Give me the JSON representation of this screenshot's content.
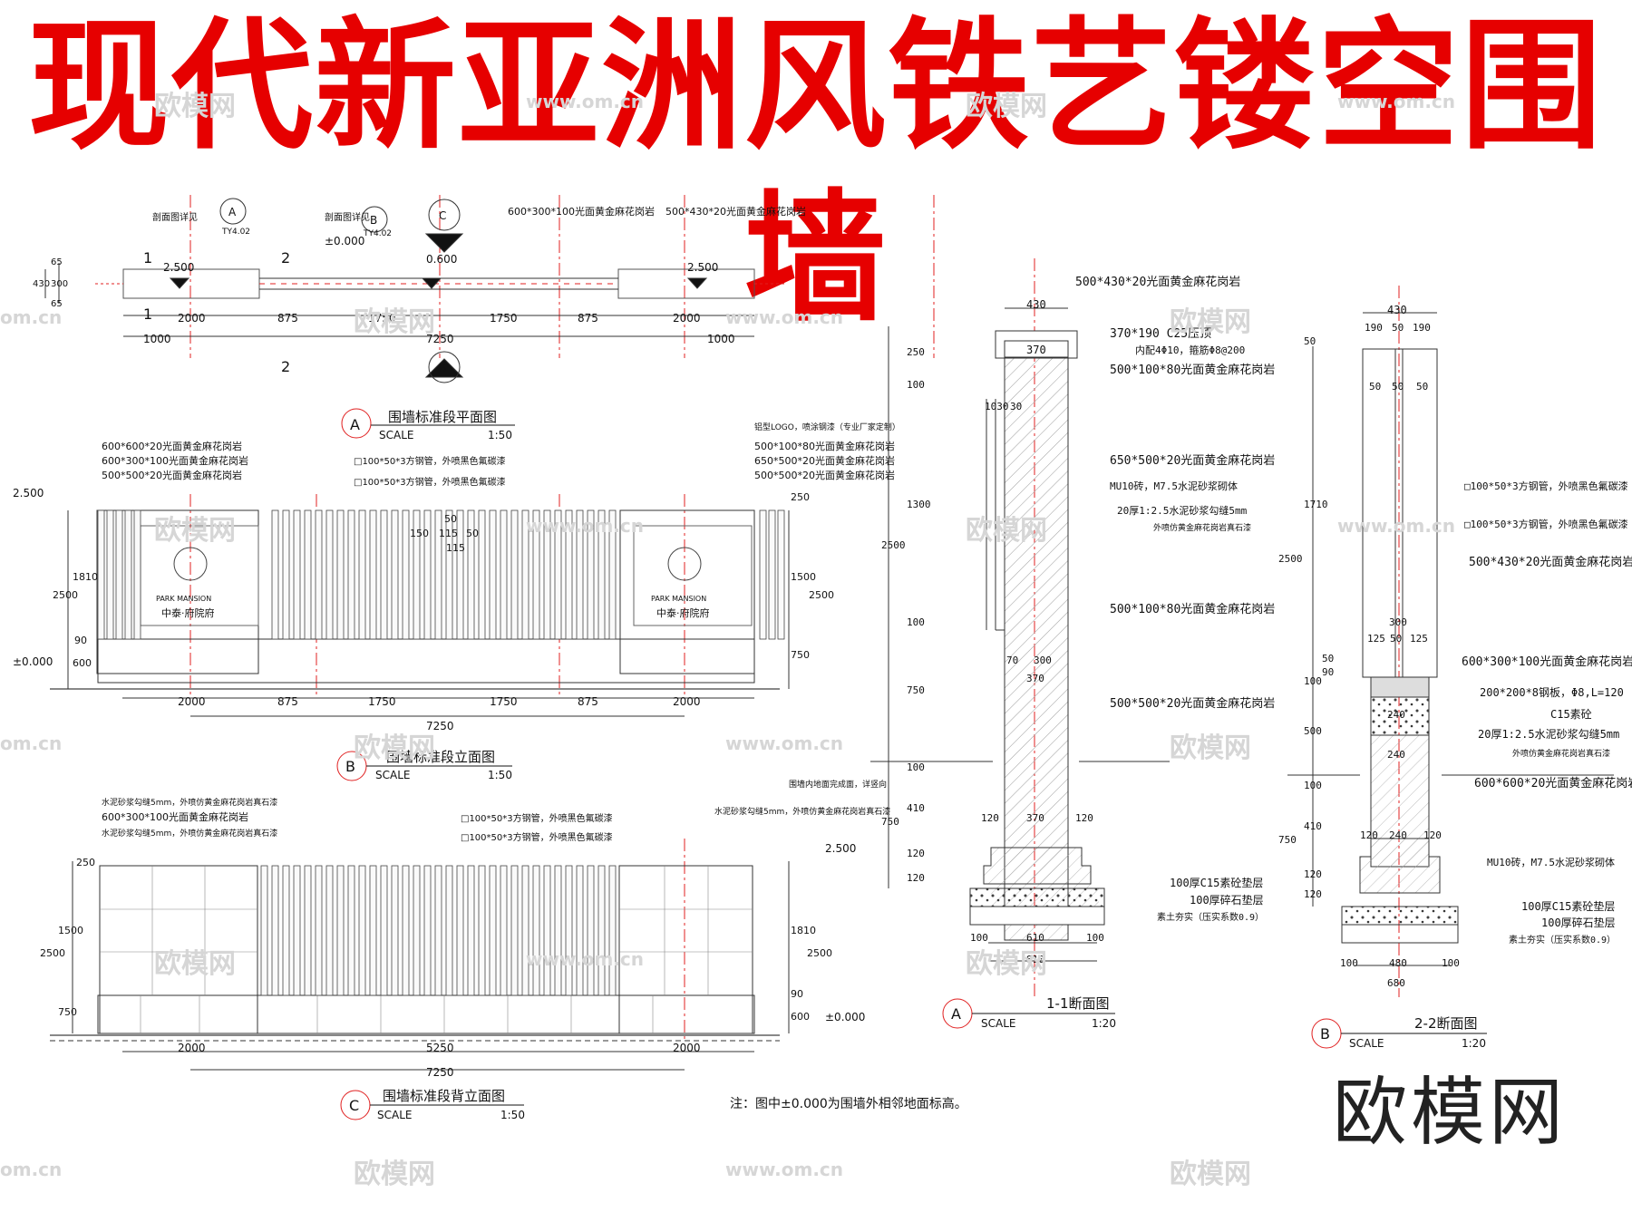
{
  "title": "现代新亚洲风铁艺镂空围墙",
  "brand": "欧模网",
  "watermark": {
    "cn": "欧模网",
    "url": "www.om.cn",
    "url_short": "om.cn"
  },
  "plan": {
    "title": "围墙标准段平面图",
    "marker": "A",
    "scale_label": "SCALE",
    "scale": "1:50",
    "callouts": [
      "剖面图详见",
      "TY4.02",
      "600*300*100光面黄金麻花岗岩",
      "500*430*20光面黄金麻花岗岩"
    ],
    "section_marks": [
      "A",
      "B",
      "C",
      "B",
      "1",
      "1",
      "2",
      "2"
    ],
    "levels": [
      "2.500",
      "±0.000",
      "0.600",
      "2.500"
    ],
    "dims_top": [
      "2000",
      "875",
      "1750",
      "1750",
      "875",
      "2000"
    ],
    "dims_total": [
      "1000",
      "7250",
      "1000"
    ],
    "dims_side": [
      "65",
      "300",
      "65",
      "430"
    ]
  },
  "front": {
    "title": "围墙标准段立面图",
    "marker": "B",
    "scale_label": "SCALE",
    "scale": "1:50",
    "callouts_left": [
      "600*600*20光面黄金麻花岗岩",
      "600*300*100光面黄金麻花岗岩",
      "500*500*20光面黄金麻花岗岩"
    ],
    "callouts_mid": [
      "□100*50*3方钢管，外喷黑色氟碳漆",
      "□100*50*3方钢管，外喷黑色氟碳漆"
    ],
    "callouts_right": [
      "铝型LOGO，喷涂钢漆（专业厂家定制）",
      "500*100*80光面黄金麻花岗岩",
      "650*500*20光面黄金麻花岗岩",
      "500*500*20光面黄金麻花岗岩"
    ],
    "logo_en": "PARK MANSION",
    "logo_cn": "中泰·府院府",
    "levels": [
      "2.500",
      "±0.000"
    ],
    "dims_bottom": [
      "2000",
      "875",
      "1750",
      "1750",
      "875",
      "2000"
    ],
    "dims_total": "7250",
    "dims_left": [
      "1810",
      "2500",
      "90",
      "600"
    ],
    "dims_right": [
      "250",
      "1500",
      "2500",
      "750"
    ],
    "dims_pickets": [
      "50",
      "150",
      "115",
      "50",
      "115"
    ]
  },
  "back": {
    "title": "围墙标准段背立面图",
    "marker": "C",
    "scale_label": "SCALE",
    "scale": "1:50",
    "callouts_left": [
      "水泥砂浆勾缝5mm，外喷仿黄金麻花岗岩真石漆",
      "600*300*100光面黄金麻花岗岩",
      "水泥砂浆勾缝5mm，外喷仿黄金麻花岗岩真石漆"
    ],
    "callouts_mid": [
      "□100*50*3方钢管，外喷黑色氟碳漆",
      "□100*50*3方钢管，外喷黑色氟碳漆"
    ],
    "callouts_right": [
      "围墙内地面完成面，详竖向",
      "水泥砂浆勾缝5mm，外喷仿黄金麻花岗岩真石漆"
    ],
    "levels": [
      "2.500",
      "±0.000"
    ],
    "dims_bottom": [
      "2000",
      "5250",
      "2000"
    ],
    "dims_total": "7250",
    "dims_left": [
      "250",
      "1500",
      "2500",
      "750"
    ],
    "dims_right": [
      "1810",
      "2500",
      "90",
      "600"
    ],
    "note": "注：图中±0.000为围墙外相邻地面标高。"
  },
  "section1": {
    "title": "1-1断面图",
    "marker": "A",
    "scale_label": "SCALE",
    "scale": "1:20",
    "callouts": [
      "500*430*20光面黄金麻花岗岩",
      "370*190 C25压顶",
      "内配4Φ10，箍筋Φ8@200",
      "500*100*80光面黄金麻花岗岩",
      "650*500*20光面黄金麻花岗岩",
      "MU10砖，M7.5水泥砂浆砌体",
      "20厚1:2.5水泥砂浆勾缝5mm",
      "外喷仿黄金麻花岗岩真石漆",
      "500*100*80光面黄金麻花岗岩",
      "500*500*20光面黄金麻花岗岩",
      "100厚C15素砼垫层",
      "100厚碎石垫层",
      "素土夯实（压实系数0.9）"
    ],
    "dims_top": [
      "430",
      "370",
      "1030",
      "30"
    ],
    "dims_left": [
      "250",
      "100",
      "1300",
      "2500",
      "100",
      "750",
      "100",
      "410",
      "750",
      "120",
      "120"
    ],
    "dims_mid": [
      "70",
      "300",
      "370"
    ],
    "dims_bottom": [
      "120",
      "370",
      "120",
      "100",
      "610",
      "100",
      "810"
    ]
  },
  "section2": {
    "title": "2-2断面图",
    "marker": "B",
    "scale_label": "SCALE",
    "scale": "1:20",
    "callouts": [
      "□100*50*3方钢管，外喷黑色氟碳漆",
      "□100*50*3方钢管，外喷黑色氟碳漆",
      "500*430*20光面黄金麻花岗岩",
      "600*300*100光面黄金麻花岗岩",
      "200*200*8钢板，Φ8,L=120",
      "C15素砼",
      "20厚1:2.5水泥砂浆勾缝5mm",
      "外喷仿黄金麻花岗岩真石漆",
      "600*600*20光面黄金麻花岗岩",
      "MU10砖，M7.5水泥砂浆砌体",
      "100厚C15素砼垫层",
      "100厚碎石垫层",
      "素土夯实（压实系数0.9）"
    ],
    "dims_top": [
      "430",
      "190",
      "50",
      "190",
      "50",
      "50",
      "50"
    ],
    "dims_left": [
      "50",
      "1710",
      "2500",
      "100",
      "50",
      "90",
      "500",
      "100",
      "410",
      "750",
      "120",
      "120"
    ],
    "dims_mid": [
      "300",
      "125",
      "50",
      "125",
      "240",
      "240"
    ],
    "dims_bottom": [
      "120",
      "240",
      "120",
      "100",
      "480",
      "100",
      "680"
    ]
  }
}
